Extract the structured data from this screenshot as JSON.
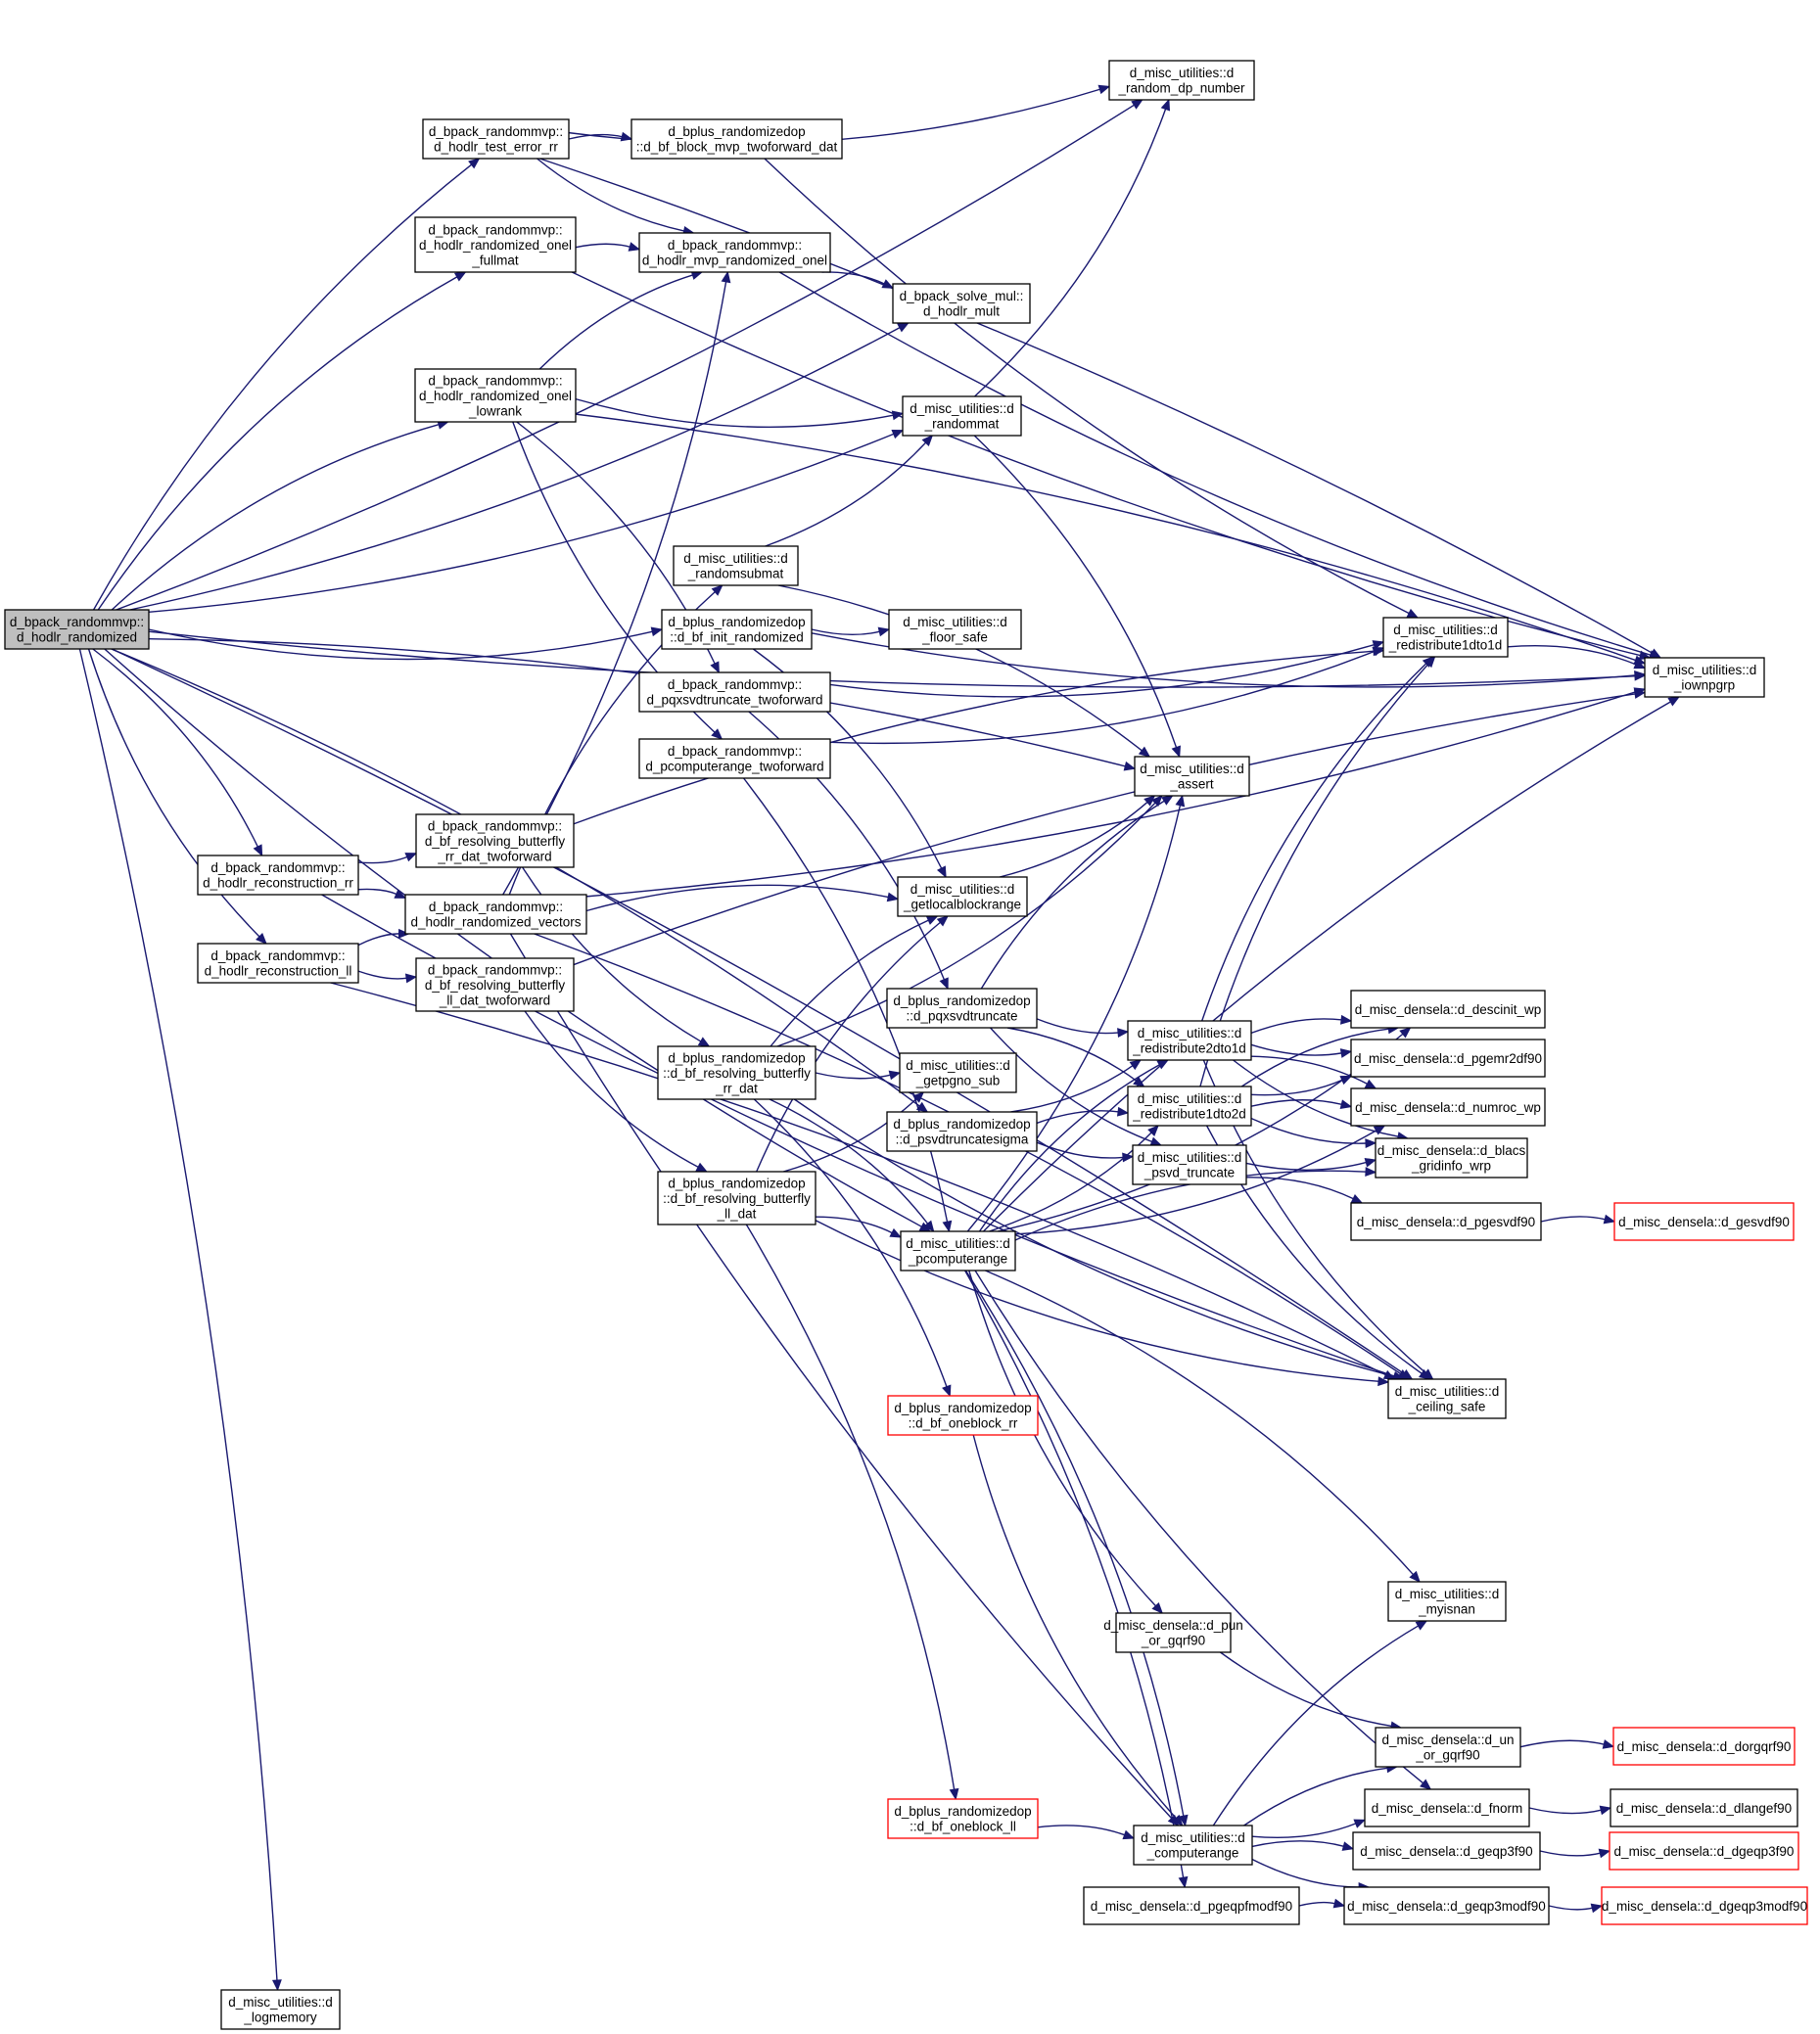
{
  "graph": {
    "type": "call-graph",
    "edge_color": "#191970",
    "node_border": "#000000",
    "node_border_warning": "#ff0000",
    "root_fill": "#bfbfbf",
    "nodes": [
      {
        "id": "root",
        "lines": [
          "d_bpack_randommvp::",
          "d_hodlr_randomized"
        ],
        "style": "root"
      },
      {
        "id": "test_err",
        "lines": [
          "d_bpack_randommvp::",
          "d_hodlr_test_error_rr"
        ]
      },
      {
        "id": "rand_dp",
        "lines": [
          "d_misc_utilities::d",
          "_random_dp_number"
        ]
      },
      {
        "id": "block_mvp",
        "lines": [
          "d_bplus_randomizedop",
          "::d_bf_block_mvp_twoforward_dat"
        ]
      },
      {
        "id": "onel_full",
        "lines": [
          "d_bpack_randommvp::",
          "d_hodlr_randomized_onel",
          "_fullmat"
        ]
      },
      {
        "id": "mvp_onel",
        "lines": [
          "d_bpack_randommvp::",
          "d_hodlr_mvp_randomized_onel"
        ]
      },
      {
        "id": "solve_mul",
        "lines": [
          "d_bpack_solve_mul::",
          "d_hodlr_mult"
        ]
      },
      {
        "id": "onel_low",
        "lines": [
          "d_bpack_randommvp::",
          "d_hodlr_randomized_onel",
          "_lowrank"
        ]
      },
      {
        "id": "randommat",
        "lines": [
          "d_misc_utilities::d",
          "_randommat"
        ]
      },
      {
        "id": "randomsub",
        "lines": [
          "d_misc_utilities::d",
          "_randomsubmat"
        ]
      },
      {
        "id": "bf_init",
        "lines": [
          "d_bplus_randomizedop",
          "::d_bf_init_randomized"
        ]
      },
      {
        "id": "floor",
        "lines": [
          "d_misc_utilities::d",
          "_floor_safe"
        ]
      },
      {
        "id": "redist1",
        "lines": [
          "d_misc_utilities::d",
          "_redistribute1dto1d"
        ]
      },
      {
        "id": "iownpgrp",
        "lines": [
          "d_misc_utilities::d",
          "_iownpgrp"
        ]
      },
      {
        "id": "pqx_two",
        "lines": [
          "d_bpack_randommvp::",
          "d_pqxsvdtruncate_twoforward"
        ]
      },
      {
        "id": "pcomp_two",
        "lines": [
          "d_bpack_randommvp::",
          "d_pcomputerange_twoforward"
        ]
      },
      {
        "id": "assert",
        "lines": [
          "d_misc_utilities::d",
          "_assert"
        ]
      },
      {
        "id": "res_rr_two",
        "lines": [
          "d_bpack_randommvp::",
          "d_bf_resolving_butterfly",
          "_rr_dat_twoforward"
        ]
      },
      {
        "id": "recon_rr",
        "lines": [
          "d_bpack_randommvp::",
          "d_hodlr_reconstruction_rr"
        ]
      },
      {
        "id": "rand_vec",
        "lines": [
          "d_bpack_randommvp::",
          "d_hodlr_randomized_vectors"
        ]
      },
      {
        "id": "getlocal",
        "lines": [
          "d_misc_utilities::d",
          "_getlocalblockrange"
        ]
      },
      {
        "id": "recon_ll",
        "lines": [
          "d_bpack_randommvp::",
          "d_hodlr_reconstruction_ll"
        ]
      },
      {
        "id": "res_ll_two",
        "lines": [
          "d_bpack_randommvp::",
          "d_bf_resolving_butterfly",
          "_ll_dat_twoforward"
        ]
      },
      {
        "id": "pqxsvd",
        "lines": [
          "d_bplus_randomizedop",
          "::d_pqxsvdtruncate"
        ]
      },
      {
        "id": "descinit",
        "lines": [
          "d_misc_densela::d_descinit_wp"
        ]
      },
      {
        "id": "redist2",
        "lines": [
          "d_misc_utilities::d",
          "_redistribute2dto1d"
        ]
      },
      {
        "id": "pgemr",
        "lines": [
          "d_misc_densela::d_pgemr2df90"
        ]
      },
      {
        "id": "res_rr",
        "lines": [
          "d_bplus_randomizedop",
          "::d_bf_resolving_butterfly",
          "_rr_dat"
        ]
      },
      {
        "id": "getpgno",
        "lines": [
          "d_misc_utilities::d",
          "_getpgno_sub"
        ]
      },
      {
        "id": "redist1d2d",
        "lines": [
          "d_misc_utilities::d",
          "_redistribute1dto2d"
        ]
      },
      {
        "id": "numroc",
        "lines": [
          "d_misc_densela::d_numroc_wp"
        ]
      },
      {
        "id": "psvdsig",
        "lines": [
          "d_bplus_randomizedop",
          "::d_psvdtruncatesigma"
        ]
      },
      {
        "id": "blacs",
        "lines": [
          "d_misc_densela::d_blacs",
          "_gridinfo_wrp"
        ]
      },
      {
        "id": "psvd",
        "lines": [
          "d_misc_utilities::d",
          "_psvd_truncate"
        ]
      },
      {
        "id": "res_ll",
        "lines": [
          "d_bplus_randomizedop",
          "::d_bf_resolving_butterfly",
          "_ll_dat"
        ]
      },
      {
        "id": "pgesvd",
        "lines": [
          "d_misc_densela::d_pgesvdf90"
        ]
      },
      {
        "id": "gesvd",
        "lines": [
          "d_misc_densela::d_gesvdf90"
        ],
        "style": "red"
      },
      {
        "id": "pcomp",
        "lines": [
          "d_misc_utilities::d",
          "_pcomputerange"
        ]
      },
      {
        "id": "ceiling",
        "lines": [
          "d_misc_utilities::d",
          "_ceiling_safe"
        ]
      },
      {
        "id": "oneblock_rr",
        "lines": [
          "d_bplus_randomizedop",
          "::d_bf_oneblock_rr"
        ],
        "style": "red"
      },
      {
        "id": "myisnan",
        "lines": [
          "d_misc_utilities::d",
          "_myisnan"
        ]
      },
      {
        "id": "pun",
        "lines": [
          "d_misc_densela::d_pun",
          "_or_gqrf90"
        ]
      },
      {
        "id": "un",
        "lines": [
          "d_misc_densela::d_un",
          "_or_gqrf90"
        ]
      },
      {
        "id": "dorgqr",
        "lines": [
          "d_misc_densela::d_dorgqrf90"
        ],
        "style": "red"
      },
      {
        "id": "fnorm",
        "lines": [
          "d_misc_densela::d_fnorm"
        ]
      },
      {
        "id": "dlange",
        "lines": [
          "d_misc_densela::d_dlangef90"
        ]
      },
      {
        "id": "oneblock_ll",
        "lines": [
          "d_bplus_randomizedop",
          "::d_bf_oneblock_ll"
        ],
        "style": "red"
      },
      {
        "id": "comp",
        "lines": [
          "d_misc_utilities::d",
          "_computerange"
        ]
      },
      {
        "id": "geqp3",
        "lines": [
          "d_misc_densela::d_geqp3f90"
        ]
      },
      {
        "id": "dgeqp3",
        "lines": [
          "d_misc_densela::d_dgeqp3f90"
        ],
        "style": "red"
      },
      {
        "id": "pgeqpf",
        "lines": [
          "d_misc_densela::d_pgeqpfmodf90"
        ]
      },
      {
        "id": "geqp3mod",
        "lines": [
          "d_misc_densela::d_geqp3modf90"
        ]
      },
      {
        "id": "dgeqp3mod",
        "lines": [
          "d_misc_densela::d_dgeqp3modf90"
        ],
        "style": "red"
      },
      {
        "id": "logmem",
        "lines": [
          "d_misc_utilities::d",
          "_logmemory"
        ]
      }
    ],
    "edges": [
      [
        "root",
        "test_err"
      ],
      [
        "root",
        "rand_dp"
      ],
      [
        "root",
        "onel_full"
      ],
      [
        "root",
        "solve_mul"
      ],
      [
        "root",
        "onel_low"
      ],
      [
        "root",
        "randommat"
      ],
      [
        "root",
        "assert"
      ],
      [
        "root",
        "bf_init"
      ],
      [
        "root",
        "recon_rr"
      ],
      [
        "root",
        "recon_ll"
      ],
      [
        "root",
        "psvdsig"
      ],
      [
        "root",
        "pcomp"
      ],
      [
        "root",
        "ceiling"
      ],
      [
        "root",
        "iownpgrp"
      ],
      [
        "root",
        "logmem"
      ],
      [
        "test_err",
        "rand_dp"
      ],
      [
        "test_err",
        "block_mvp"
      ],
      [
        "test_err",
        "mvp_onel"
      ],
      [
        "test_err",
        "iownpgrp"
      ],
      [
        "block_mvp",
        "redist1"
      ],
      [
        "onel_full",
        "mvp_onel"
      ],
      [
        "onel_full",
        "iownpgrp"
      ],
      [
        "mvp_onel",
        "solve_mul"
      ],
      [
        "mvp_onel",
        "iownpgrp"
      ],
      [
        "onel_low",
        "mvp_onel"
      ],
      [
        "onel_low",
        "randommat"
      ],
      [
        "onel_low",
        "pqx_two"
      ],
      [
        "onel_low",
        "pcomp_two"
      ],
      [
        "onel_low",
        "iownpgrp"
      ],
      [
        "randommat",
        "rand_dp"
      ],
      [
        "randommat",
        "assert"
      ],
      [
        "randomsub",
        "randommat"
      ],
      [
        "randomsub",
        "assert"
      ],
      [
        "bf_init",
        "floor"
      ],
      [
        "bf_init",
        "getlocal"
      ],
      [
        "bf_init",
        "iownpgrp"
      ],
      [
        "pqx_two",
        "pqxsvd"
      ],
      [
        "pqx_two",
        "redist1"
      ],
      [
        "pcomp_two",
        "pcomp"
      ],
      [
        "pcomp_two",
        "redist1"
      ],
      [
        "redist1",
        "iownpgrp"
      ],
      [
        "res_rr_two",
        "res_rr"
      ],
      [
        "res_rr_two",
        "redist1"
      ],
      [
        "recon_rr",
        "res_rr_two"
      ],
      [
        "recon_rr",
        "rand_vec"
      ],
      [
        "recon_rr",
        "ceiling"
      ],
      [
        "rand_vec",
        "randomsub"
      ],
      [
        "rand_vec",
        "mvp_onel"
      ],
      [
        "rand_vec",
        "getlocal"
      ],
      [
        "rand_vec",
        "iownpgrp"
      ],
      [
        "rand_vec",
        "ceiling"
      ],
      [
        "rand_vec",
        "comp"
      ],
      [
        "recon_ll",
        "rand_vec"
      ],
      [
        "recon_ll",
        "res_ll_two"
      ],
      [
        "recon_ll",
        "ceiling"
      ],
      [
        "res_ll_two",
        "res_ll"
      ],
      [
        "res_ll_two",
        "iownpgrp"
      ],
      [
        "getlocal",
        "assert"
      ],
      [
        "res_rr",
        "getlocal"
      ],
      [
        "res_rr",
        "getpgno"
      ],
      [
        "res_rr",
        "pcomp"
      ],
      [
        "res_rr",
        "ceiling"
      ],
      [
        "res_rr",
        "oneblock_rr"
      ],
      [
        "res_rr",
        "assert"
      ],
      [
        "res_ll",
        "getlocal"
      ],
      [
        "res_ll",
        "getpgno"
      ],
      [
        "res_ll",
        "pcomp"
      ],
      [
        "res_ll",
        "ceiling"
      ],
      [
        "res_ll",
        "oneblock_ll"
      ],
      [
        "pqxsvd",
        "redist2"
      ],
      [
        "pqxsvd",
        "redist1d2d"
      ],
      [
        "pqxsvd",
        "psvd"
      ],
      [
        "pqxsvd",
        "assert"
      ],
      [
        "psvdsig",
        "redist2"
      ],
      [
        "psvdsig",
        "redist1d2d"
      ],
      [
        "psvdsig",
        "psvd"
      ],
      [
        "redist2",
        "descinit"
      ],
      [
        "redist2",
        "pgemr"
      ],
      [
        "redist2",
        "numroc"
      ],
      [
        "redist2",
        "blacs"
      ],
      [
        "redist2",
        "redist1"
      ],
      [
        "redist2",
        "ceiling"
      ],
      [
        "redist1d2d",
        "descinit"
      ],
      [
        "redist1d2d",
        "pgemr"
      ],
      [
        "redist1d2d",
        "numroc"
      ],
      [
        "redist1d2d",
        "blacs"
      ],
      [
        "redist1d2d",
        "redist1"
      ],
      [
        "redist1d2d",
        "ceiling"
      ],
      [
        "psvd",
        "pgesvd"
      ],
      [
        "psvd",
        "blacs"
      ],
      [
        "pgesvd",
        "gesvd"
      ],
      [
        "pcomp",
        "assert"
      ],
      [
        "pcomp",
        "iownpgrp"
      ],
      [
        "pcomp",
        "redist1d2d"
      ],
      [
        "pcomp",
        "redist2"
      ],
      [
        "pcomp",
        "descinit"
      ],
      [
        "pcomp",
        "blacs"
      ],
      [
        "pcomp",
        "numroc"
      ],
      [
        "pcomp",
        "myisnan"
      ],
      [
        "pcomp",
        "pun"
      ],
      [
        "pcomp",
        "comp"
      ],
      [
        "pcomp",
        "fnorm"
      ],
      [
        "pcomp",
        "pgeqpf"
      ],
      [
        "oneblock_rr",
        "comp"
      ],
      [
        "oneblock_ll",
        "comp"
      ],
      [
        "pun",
        "un"
      ],
      [
        "un",
        "dorgqr"
      ],
      [
        "fnorm",
        "dlange"
      ],
      [
        "comp",
        "un"
      ],
      [
        "comp",
        "fnorm"
      ],
      [
        "comp",
        "geqp3"
      ],
      [
        "comp",
        "geqp3mod"
      ],
      [
        "comp",
        "myisnan"
      ],
      [
        "geqp3",
        "dgeqp3"
      ],
      [
        "pgeqpf",
        "geqp3mod"
      ],
      [
        "geqp3mod",
        "dgeqp3mod"
      ]
    ]
  }
}
